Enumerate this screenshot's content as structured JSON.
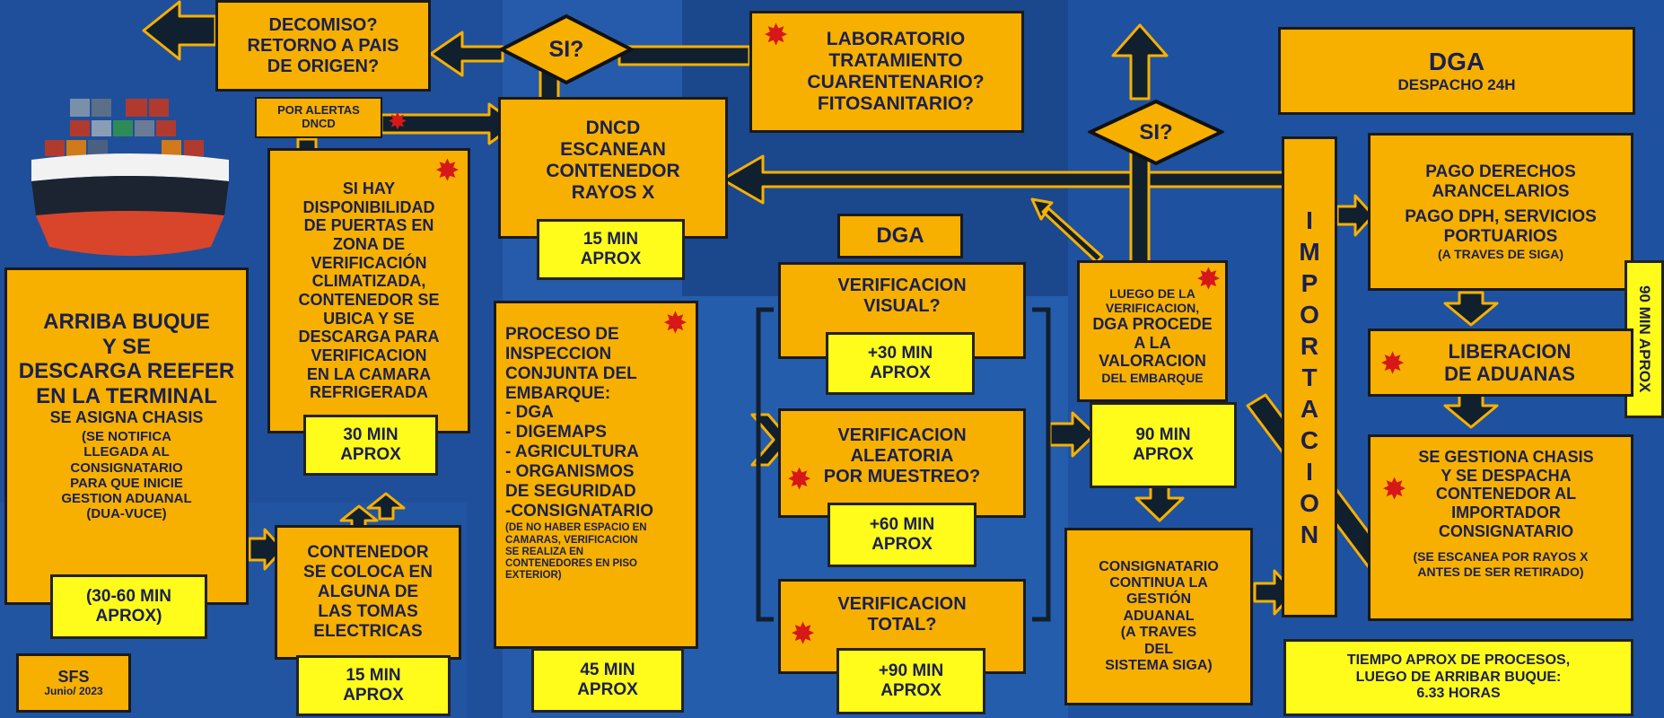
{
  "colors": {
    "orange": "#f7b000",
    "yellow": "#fffb1a",
    "blue": "#1e4f9c",
    "arrow": "#10202e",
    "star": "#d61818"
  },
  "boxes": {
    "decomiso": "DECOMISO?\nRETORNO A PAIS\nDE ORIGEN?",
    "si_left": "SI?",
    "laboratorio": "LABORATORIO\nTRATAMIENTO\nCUARENTENARIO?\nFITOSANITARIO?",
    "si_right": "SI?",
    "dga_title": "DGA",
    "dga_sub": "DESPACHO 24H",
    "alertas": "POR ALERTAS\nDNCD",
    "dncd": "DNCD\nESCANEAN\nCONTENEDOR\nRAYOS X",
    "dncd_time": "15 MIN\nAPROX",
    "puertas": "SI HAY\nDISPONIBILIDAD\nDE PUERTAS EN\nZONA DE\nVERIFICACIÓN\nCLIMATIZADA,\nCONTENEDOR SE\nUBICA Y SE\nDESCARGA PARA\nVERIFICACION\nEN LA CAMARA\nREFRIGERADA",
    "puertas_time": "30 MIN\nAPROX",
    "arriba_main": "ARRIBA BUQUE\nY SE\nDESCARGA REEFER\nEN LA TERMINAL",
    "arriba_chasis": "SE ASIGNA CHASIS",
    "arriba_sub": "(SE NOTIFICA\nLLEGADA AL\nCONSIGNATARIO\nPARA QUE INICIE\nGESTION ADUANAL\n(DUA-VUCE)",
    "arriba_time": "(30-60 MIN\nAPROX)",
    "sfs": "SFS",
    "sfs_date": "Junio/ 2023",
    "contenedor": "CONTENEDOR\nSE COLOCA EN\nALGUNA DE\nLAS TOMAS\nELECTRICAS",
    "contenedor_time": "15 MIN\nAPROX",
    "dga_mid": "DGA",
    "proceso_main": "PROCESO DE\nINSPECCION\nCONJUNTA DEL\nEMBARQUE:\n- DGA\n- DIGEMAPS\n- AGRICULTURA\n-   ORGANISMOS\n    DE SEGURIDAD\n-CONSIGNATARIO",
    "proceso_note": "(DE NO HABER ESPACIO EN\nCAMARAS, VERIFICACION\nSE REALIZA EN\nCONTENEDORES EN PISO\nEXTERIOR)",
    "proceso_time": "45 MIN\nAPROX",
    "visual": "VERIFICACION\nVISUAL?",
    "visual_time": "+30 MIN\nAPROX",
    "aleatoria": "VERIFICACION\nALEATORIA\nPOR MUESTREO?",
    "aleatoria_time": "+60 MIN\nAPROX",
    "total": "VERIFICACION\nTOTAL?",
    "total_time": "+90 MIN\nAPROX",
    "luego_a": "LUEGO DE LA\nVERIFICACION,",
    "luego_b": "DGA PROCEDE\nA LA\nVALORACION",
    "luego_c": "DEL EMBARQUE",
    "luego_time": "90 MIN\nAPROX",
    "consignatario": "CONSIGNATARIO\nCONTINUA  LA\nGESTIÓN\nADUANAL\n(A TRAVES\nDEL\nSISTEMA  SIGA)",
    "importacion": "I\nM\nP\nO\nR\nT\nA\nC\nI\nO\nN",
    "pago_a": "PAGO DERECHOS\nARANCELARIOS",
    "pago_b": "PAGO DPH, SERVICIOS\nPORTUARIOS",
    "pago_c": "(A TRAVES DE SIGA)",
    "ninety_side": "90 MIN APROX",
    "liberacion": "LIBERACION\nDE ADUANAS",
    "gestiona": "SE GESTIONA CHASIS\nY SE DESPACHA\nCONTENEDOR AL\nIMPORTADOR\nCONSIGNATARIO",
    "gestiona_note": "(SE ESCANEA POR RAYOS X\nANTES DE SER RETIRADO)",
    "tiempo": "TIEMPO  APROX DE PROCESOS,\nLUEGO DE ARRIBAR  BUQUE:\n6.33 HORAS"
  },
  "icons": [
    "ship-icon",
    "star-icon",
    "arrow-icon"
  ]
}
